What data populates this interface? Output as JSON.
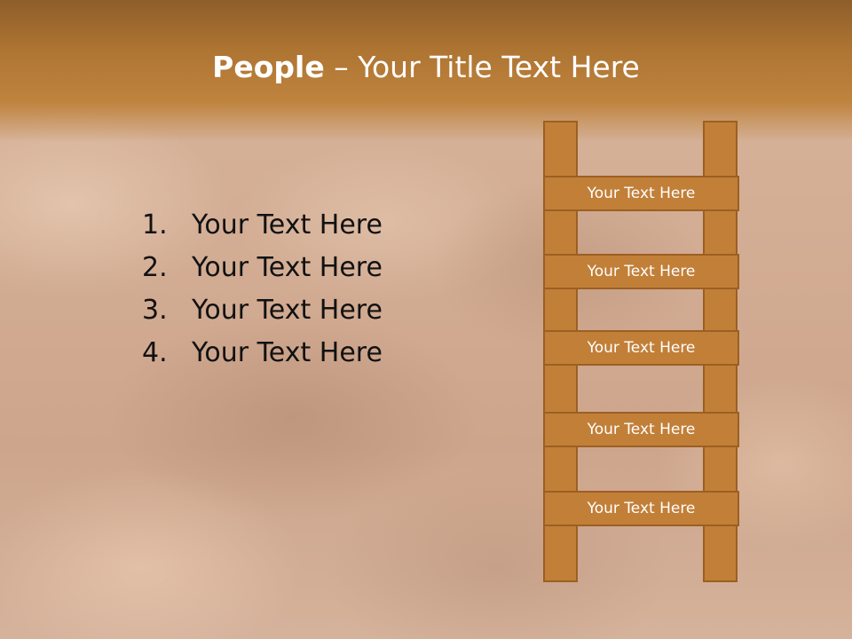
{
  "slide": {
    "title_bold": "People",
    "title_rest": " – Your Title Text Here",
    "list": [
      {
        "num": "1.",
        "text": "Your Text Here"
      },
      {
        "num": "2.",
        "text": "Your Text Here"
      },
      {
        "num": "3.",
        "text": "Your Text Here"
      },
      {
        "num": "4.",
        "text": "Your Text Here"
      }
    ],
    "ladder_steps": [
      "Your Text Here",
      "Your Text Here",
      "Your Text Here",
      "Your Text Here",
      "Your Text Here"
    ]
  },
  "colors": {
    "title_band": "#b37a36",
    "ladder_fill": "#c27f38",
    "ladder_border": "#9c5f23",
    "title_text": "#ffffff",
    "body_text": "#111111"
  }
}
